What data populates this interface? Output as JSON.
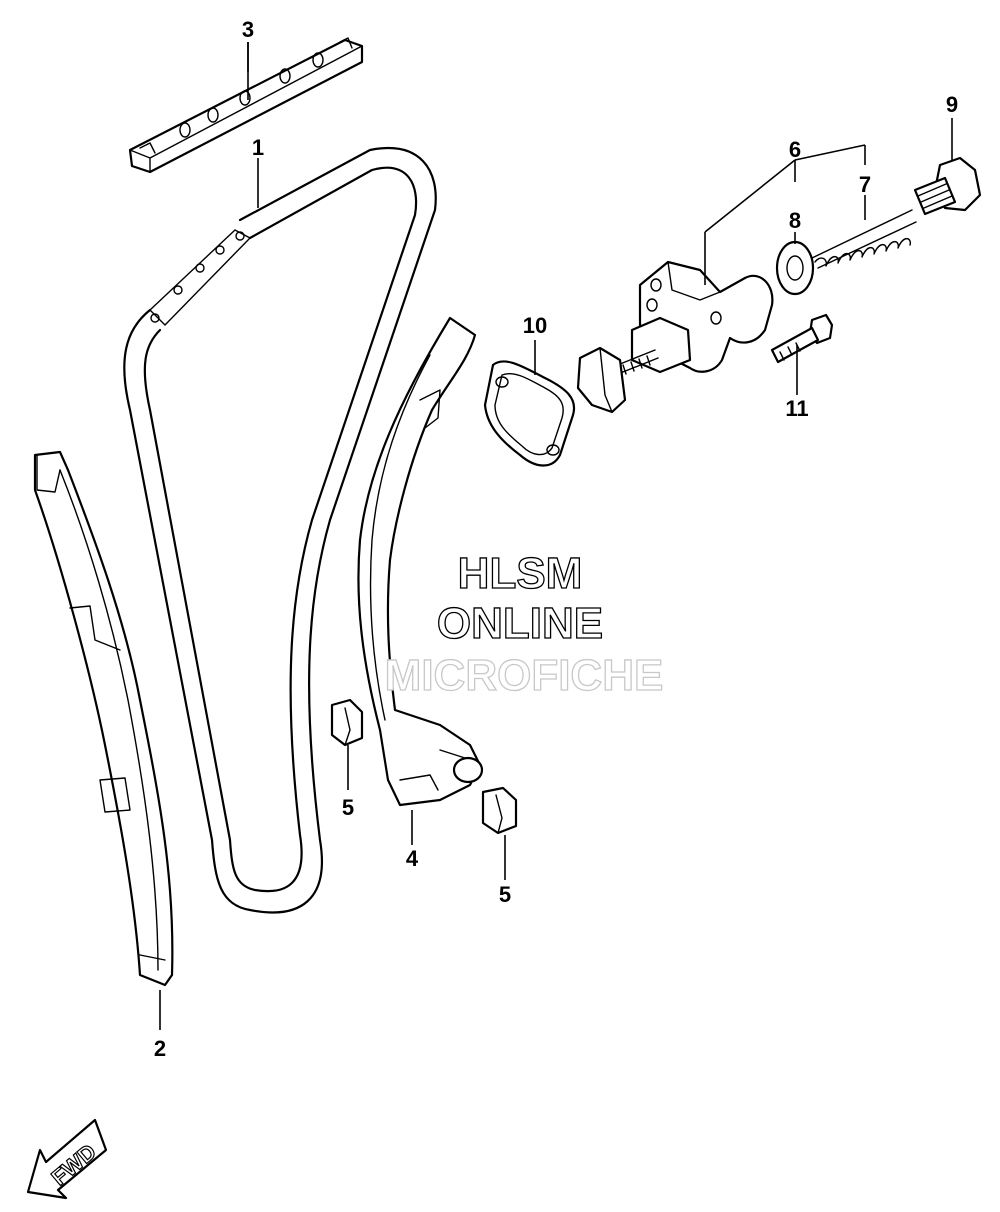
{
  "diagram": {
    "callouts": [
      "1",
      "2",
      "3",
      "4",
      "5",
      "5",
      "6",
      "7",
      "8",
      "9",
      "10",
      "11"
    ],
    "watermark": {
      "line1": "HLSM",
      "line2": "ONLINE",
      "line3": "MICROFICHE"
    },
    "direction_arrow": {
      "label": "FWD",
      "icon": "fwd-arrow-icon"
    }
  }
}
